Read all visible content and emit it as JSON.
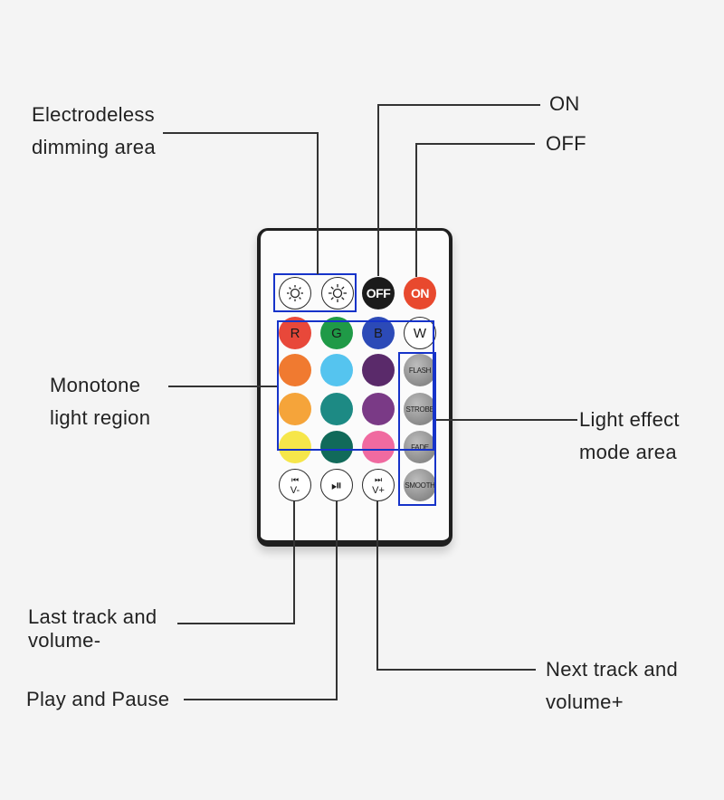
{
  "labels": {
    "electrodeless_line1": "Electrodeless",
    "electrodeless_line2": "dimming area",
    "on": "ON",
    "off": "OFF",
    "monotone_line1": "Monotone",
    "monotone_line2": "light region",
    "light_effect_line1": "Light effect",
    "light_effect_line2": "mode area",
    "last_track_line1": "Last track and",
    "last_track_line2": "volume-",
    "play_pause": "Play and Pause",
    "next_track_line1": "Next track and",
    "next_track_line2": "volume+"
  },
  "remote": {
    "power_off_label": "OFF",
    "power_on_label": "ON",
    "rgbw": [
      "R",
      "G",
      "B",
      "W"
    ],
    "modes": [
      "FLASH",
      "STROBE",
      "FADE",
      "SMOOTH"
    ],
    "prev_label": "V-",
    "next_label": "V+"
  },
  "colors": {
    "frame_box": "#1633c9",
    "on_button": "#e8492e",
    "off_button": "#1b1b1b",
    "red": "#e8483a",
    "green": "#1f9a47",
    "blue": "#2c4ab7",
    "row2": [
      "#f07a30",
      "#55c4ef",
      "#5a2a6a"
    ],
    "row3": [
      "#f5a43a",
      "#1d8a84",
      "#7a3a86"
    ],
    "row4": [
      "#f6e64a",
      "#116a5a",
      "#f06aa0"
    ]
  }
}
